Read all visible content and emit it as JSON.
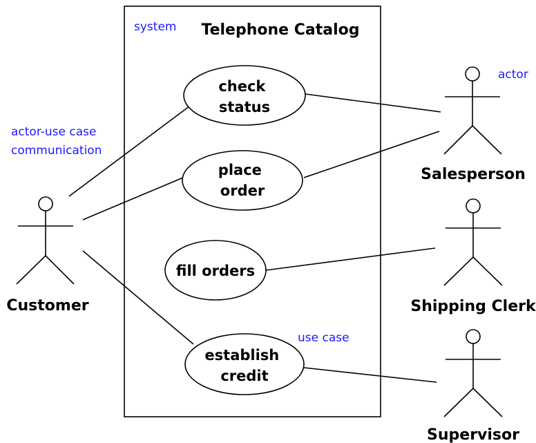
{
  "system": {
    "title": "Telephone Catalog",
    "note": "system"
  },
  "use_cases": [
    {
      "id": "check-status",
      "lines": [
        "check",
        "status"
      ]
    },
    {
      "id": "place-order",
      "lines": [
        "place",
        "order"
      ]
    },
    {
      "id": "fill-orders",
      "lines": [
        "fill orders"
      ]
    },
    {
      "id": "establish-credit",
      "lines": [
        "establish",
        "credit"
      ]
    }
  ],
  "actors": [
    {
      "id": "customer",
      "name": "Customer"
    },
    {
      "id": "salesperson",
      "name": "Salesperson"
    },
    {
      "id": "shipping-clerk",
      "name": "Shipping Clerk"
    },
    {
      "id": "supervisor",
      "name": "Supervisor"
    }
  ],
  "annotations": {
    "actor": "actor",
    "communication": [
      "actor-use case",
      "communication"
    ],
    "use_case": "use case"
  },
  "associations": [
    {
      "actor": "customer",
      "use_case": "check-status"
    },
    {
      "actor": "customer",
      "use_case": "place-order"
    },
    {
      "actor": "customer",
      "use_case": "establish-credit"
    },
    {
      "actor": "salesperson",
      "use_case": "check-status"
    },
    {
      "actor": "salesperson",
      "use_case": "place-order"
    },
    {
      "actor": "shipping-clerk",
      "use_case": "fill-orders"
    },
    {
      "actor": "supervisor",
      "use_case": "establish-credit"
    }
  ],
  "colors": {
    "annotation": "#1a1aff",
    "line": "#000000",
    "background": "#ffffff"
  }
}
